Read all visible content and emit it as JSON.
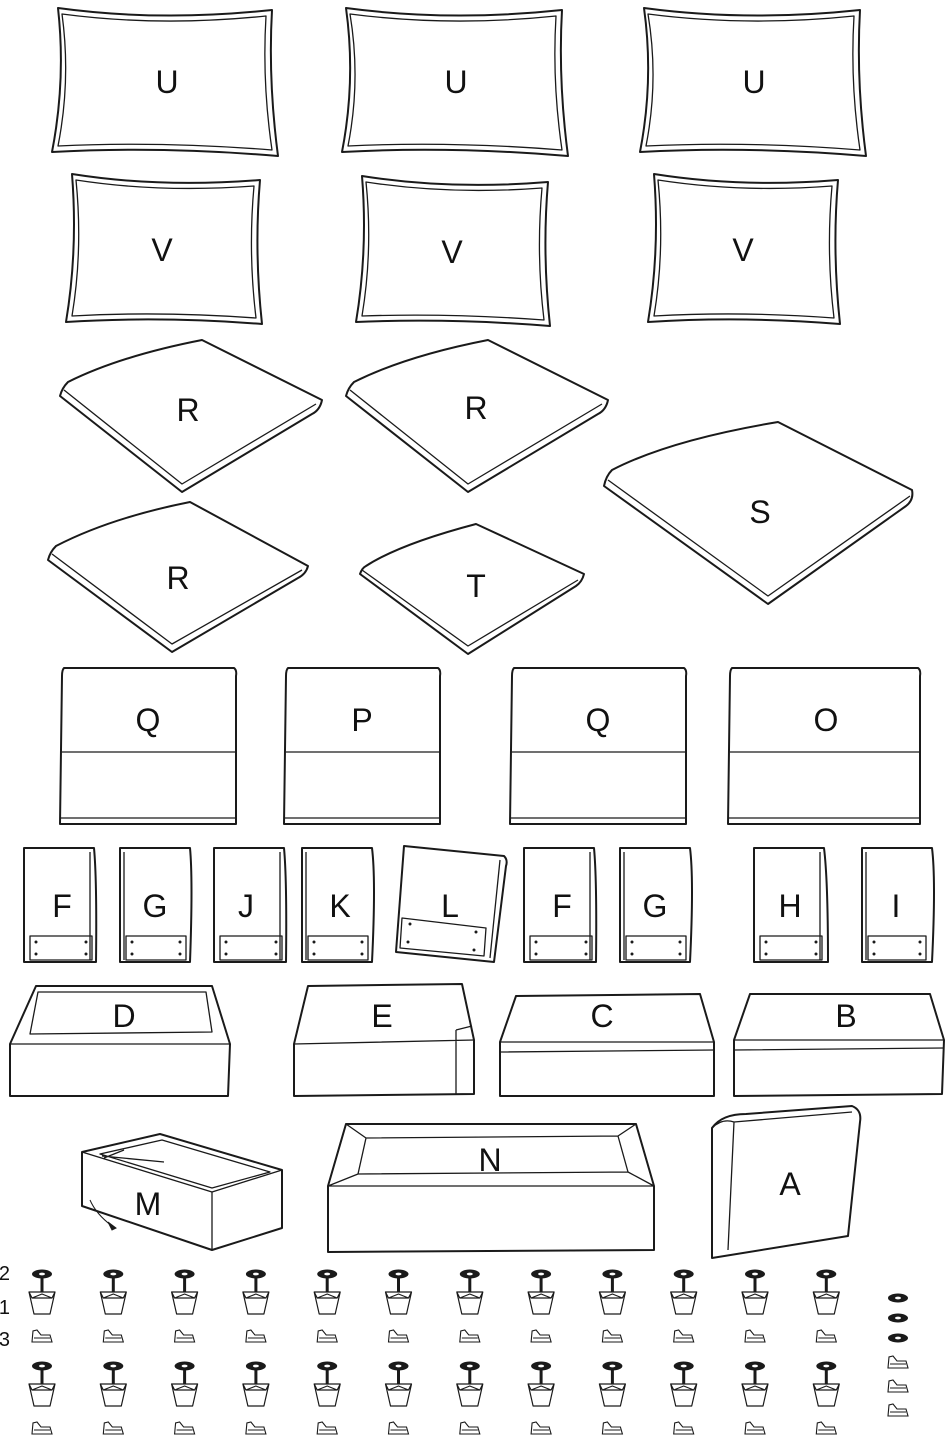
{
  "pillows_large": {
    "labels": [
      "U",
      "U",
      "U"
    ]
  },
  "pillows_small": {
    "labels": [
      "V",
      "V",
      "V"
    ]
  },
  "seat_cushions": {
    "r1": "R",
    "r2": "R",
    "r3": "R",
    "t": "T",
    "s": "S"
  },
  "back_cushions": {
    "labels": [
      "Q",
      "P",
      "Q",
      "O"
    ]
  },
  "arm_panels": {
    "labels": [
      "F",
      "G",
      "J",
      "K",
      "L",
      "F",
      "G",
      "H",
      "I"
    ]
  },
  "bases": {
    "d": "D",
    "e": "E",
    "c": "C",
    "b": "B"
  },
  "large_parts": {
    "m": "M",
    "n": "N",
    "a": "A"
  },
  "hardware": {
    "row_labels": [
      "2",
      "1",
      "3"
    ],
    "legs_per_row": 12,
    "leg_rows": 2,
    "spare_washers": 3,
    "spare_brackets": 3
  }
}
